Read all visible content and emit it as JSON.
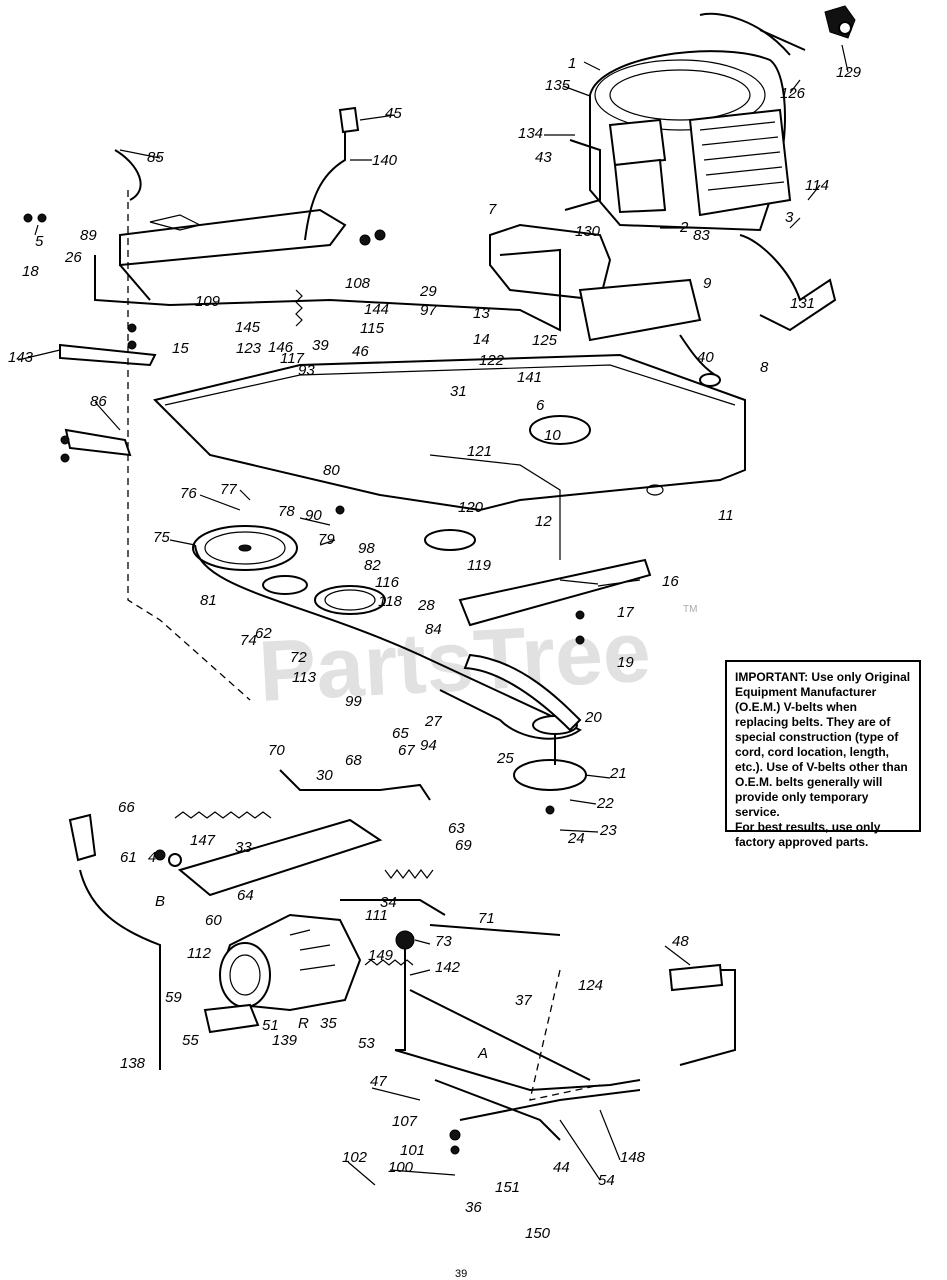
{
  "watermark": "PartsTree",
  "trademark": "TM",
  "notice": {
    "line1": "IMPORTANT: Use only Original Equipment Manufacturer (O.E.M.) V-belts when replacing belts. They are of special construction (type of cord, cord location, length, etc.). Use of V-belts other than O.E.M. belts generally will provide only temporary service.",
    "line2": "For best results, use only factory approved parts."
  },
  "callouts": [
    "1",
    "2",
    "3",
    "4",
    "5",
    "6",
    "7",
    "8",
    "9",
    "10",
    "11",
    "12",
    "13",
    "14",
    "15",
    "16",
    "17",
    "18",
    "19",
    "20",
    "21",
    "22",
    "23",
    "24",
    "25",
    "26",
    "27",
    "28",
    "29",
    "30",
    "31",
    "33",
    "34",
    "35",
    "36",
    "37",
    "39",
    "40",
    "43",
    "44",
    "45",
    "46",
    "47",
    "48",
    "51",
    "53",
    "54",
    "55",
    "59",
    "60",
    "61",
    "62",
    "63",
    "64",
    "65",
    "66",
    "67",
    "68",
    "69",
    "70",
    "71",
    "72",
    "73",
    "74",
    "75",
    "76",
    "77",
    "78",
    "79",
    "80",
    "81",
    "82",
    "83",
    "84",
    "85",
    "86",
    "89",
    "90",
    "93",
    "94",
    "97",
    "98",
    "99",
    "100",
    "101",
    "102",
    "107",
    "108",
    "109",
    "111",
    "112",
    "113",
    "114",
    "115",
    "116",
    "117",
    "118",
    "119",
    "120",
    "121",
    "122",
    "123",
    "124",
    "125",
    "126",
    "129",
    "130",
    "131",
    "134",
    "135",
    "138",
    "139",
    "140",
    "141",
    "142",
    "143",
    "144",
    "145",
    "146",
    "147",
    "148",
    "149",
    "150",
    "151",
    "A",
    "B",
    "R"
  ],
  "page_number": "39"
}
